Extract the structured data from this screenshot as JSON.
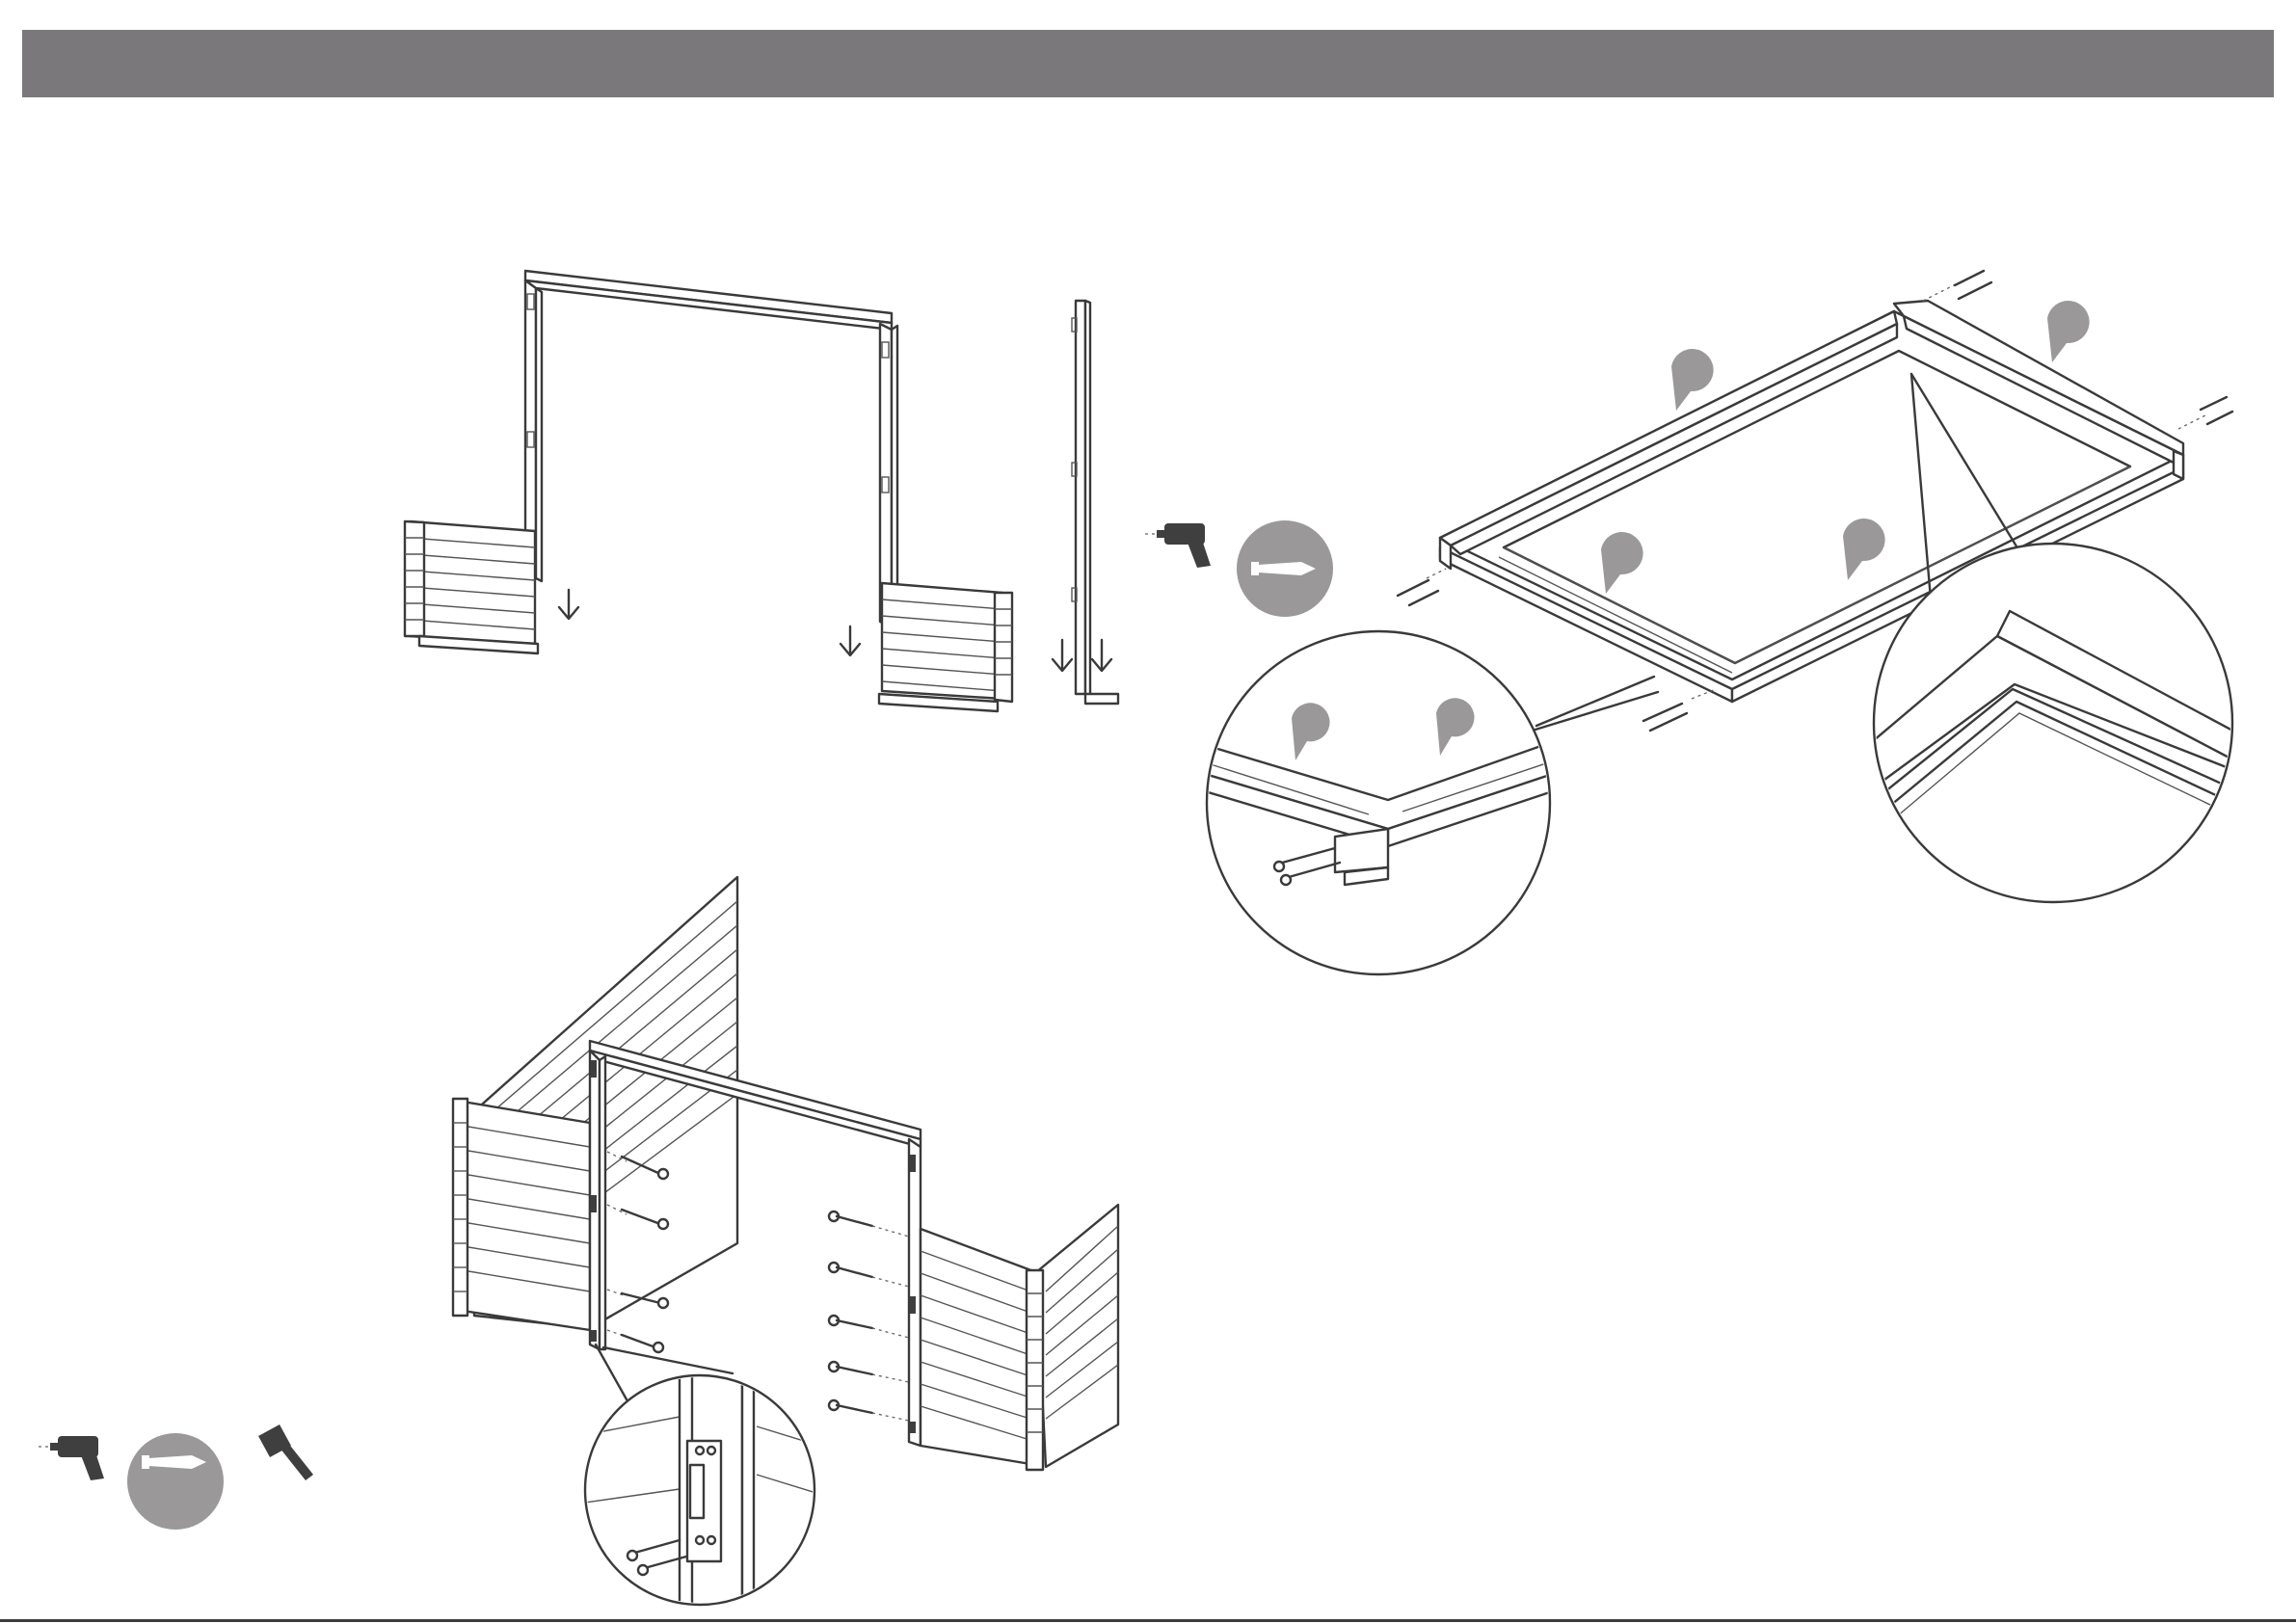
{
  "colors": {
    "header_bar": "#7a787a",
    "line": "#3a3a3a",
    "marker": "#9a9898",
    "tool": "#4a4a4a",
    "background": "#ffffff"
  },
  "icons": {
    "tool_group_top": [
      "drill-icon",
      "screw-badge-icon"
    ],
    "tool_group_bottom": [
      "drill-icon",
      "screw-badge-icon",
      "hammer-icon"
    ]
  },
  "figures": [
    "door-frame-insertion",
    "side-profile-view",
    "wall-corner-assembly",
    "frame-assembly",
    "joint-detail-zoom",
    "corner-detail-zoom",
    "hinge-detail-zoom"
  ]
}
